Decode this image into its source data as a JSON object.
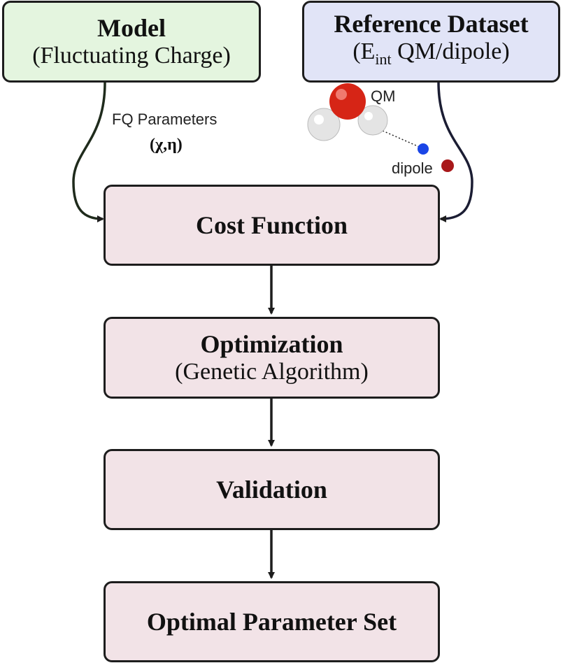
{
  "model": {
    "title": "Model",
    "subtitle": "(Fluctuating Charge)"
  },
  "reference": {
    "title": "Reference Dataset",
    "subtitle_prefix": "(E",
    "subtitle_sub": "int",
    "subtitle_suffix": " QM/dipole)"
  },
  "fq_label": "FQ Parameters",
  "fq_symbols": "(χ,η)",
  "qm_label": "QM",
  "dipole_label": "dipole",
  "steps": {
    "cost": "Cost Function",
    "opt_title": "Optimization",
    "opt_sub": "(Genetic Algorithm)",
    "validation": "Validation",
    "optimal": "Optimal Parameter Set"
  },
  "colors": {
    "model_fill": "#e4f5df",
    "reference_fill": "#e1e4f7",
    "step_fill": "#f2e3e7",
    "oxygen": "#d62516",
    "hydrogen": "#e8e8e8",
    "dipole_blue": "#1a45e6",
    "dipole_red": "#a8181a"
  }
}
